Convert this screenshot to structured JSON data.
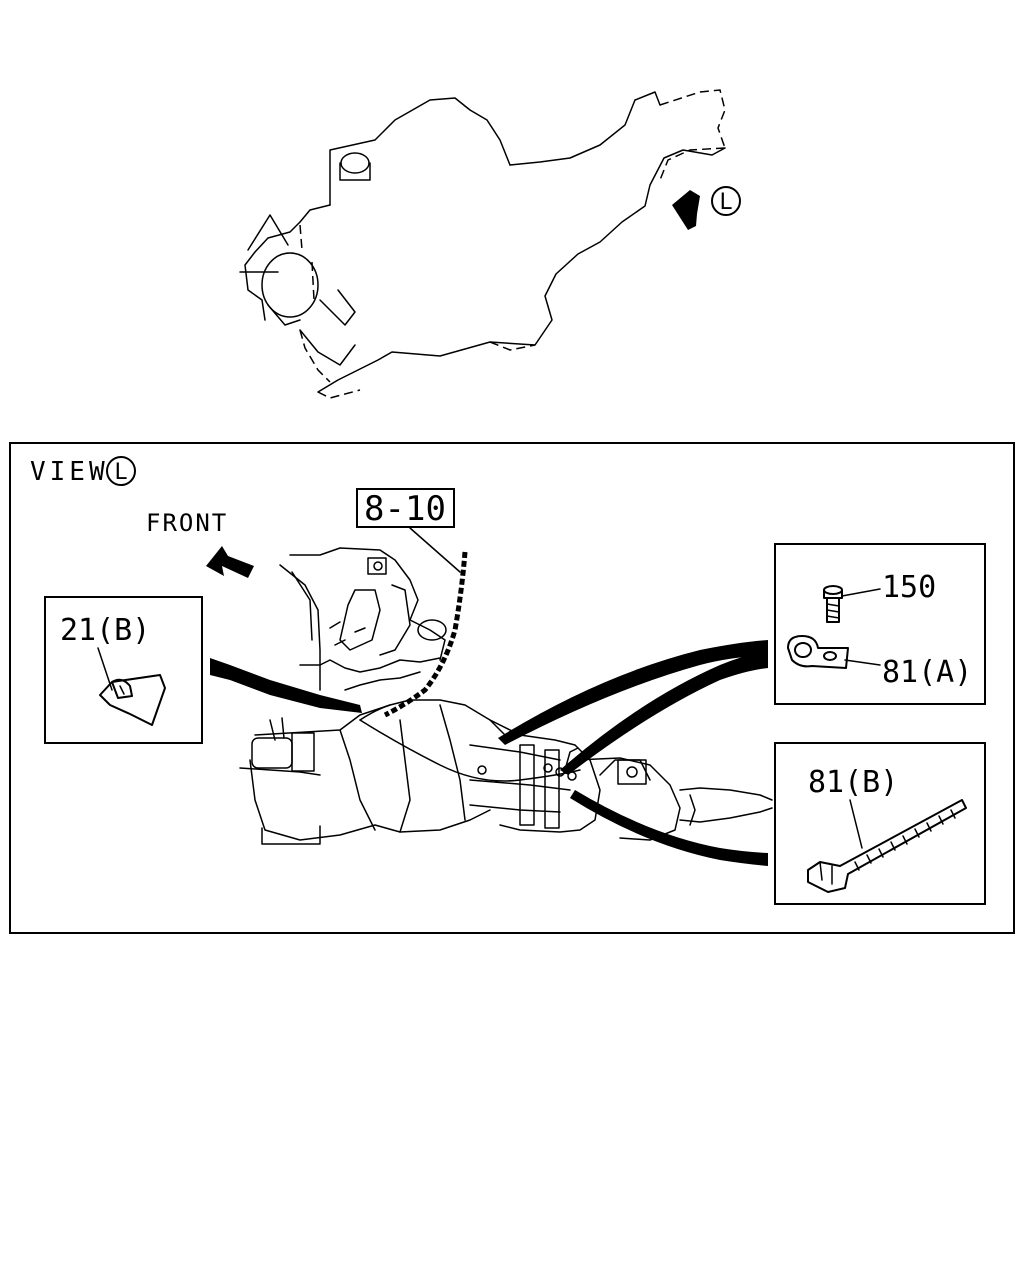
{
  "diagram": {
    "view_marker": "L",
    "view_label": "VIEW",
    "direction_label": "FRONT",
    "harness_ref": "8-10",
    "parts": {
      "clip": "21(B)",
      "bolt": "150",
      "clamp": "81(A)",
      "tie": "81(B)"
    }
  }
}
